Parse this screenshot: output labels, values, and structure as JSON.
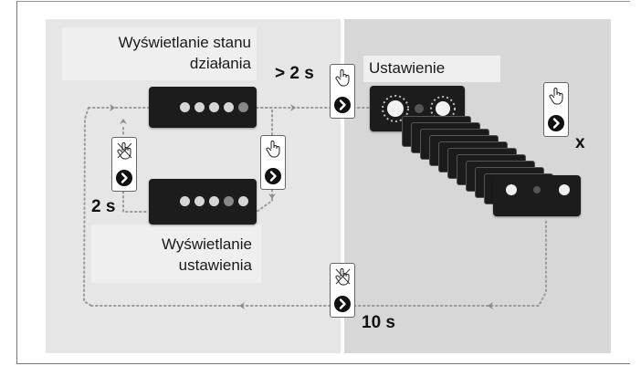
{
  "labels": {
    "status_display": "Wyświetlanie stanu działania",
    "setting_display": "Wyświetlanie ustawienia",
    "setting": "Ustawienie"
  },
  "timings": {
    "hold_more": "> 2 s",
    "hold_two": "2 s",
    "timeout": "10 s",
    "repeat": "x"
  },
  "icons": {
    "press": "hand-press-icon",
    "no_press": "hand-crossed-icon",
    "next": "arrow-right-icon",
    "flow_arrow": "chevron-arrow-icon"
  },
  "colors": {
    "left_panel": "#e6e6e6",
    "right_panel": "#d7d7d7",
    "display": "#1c1c1c",
    "led": "#d6d6d6"
  }
}
